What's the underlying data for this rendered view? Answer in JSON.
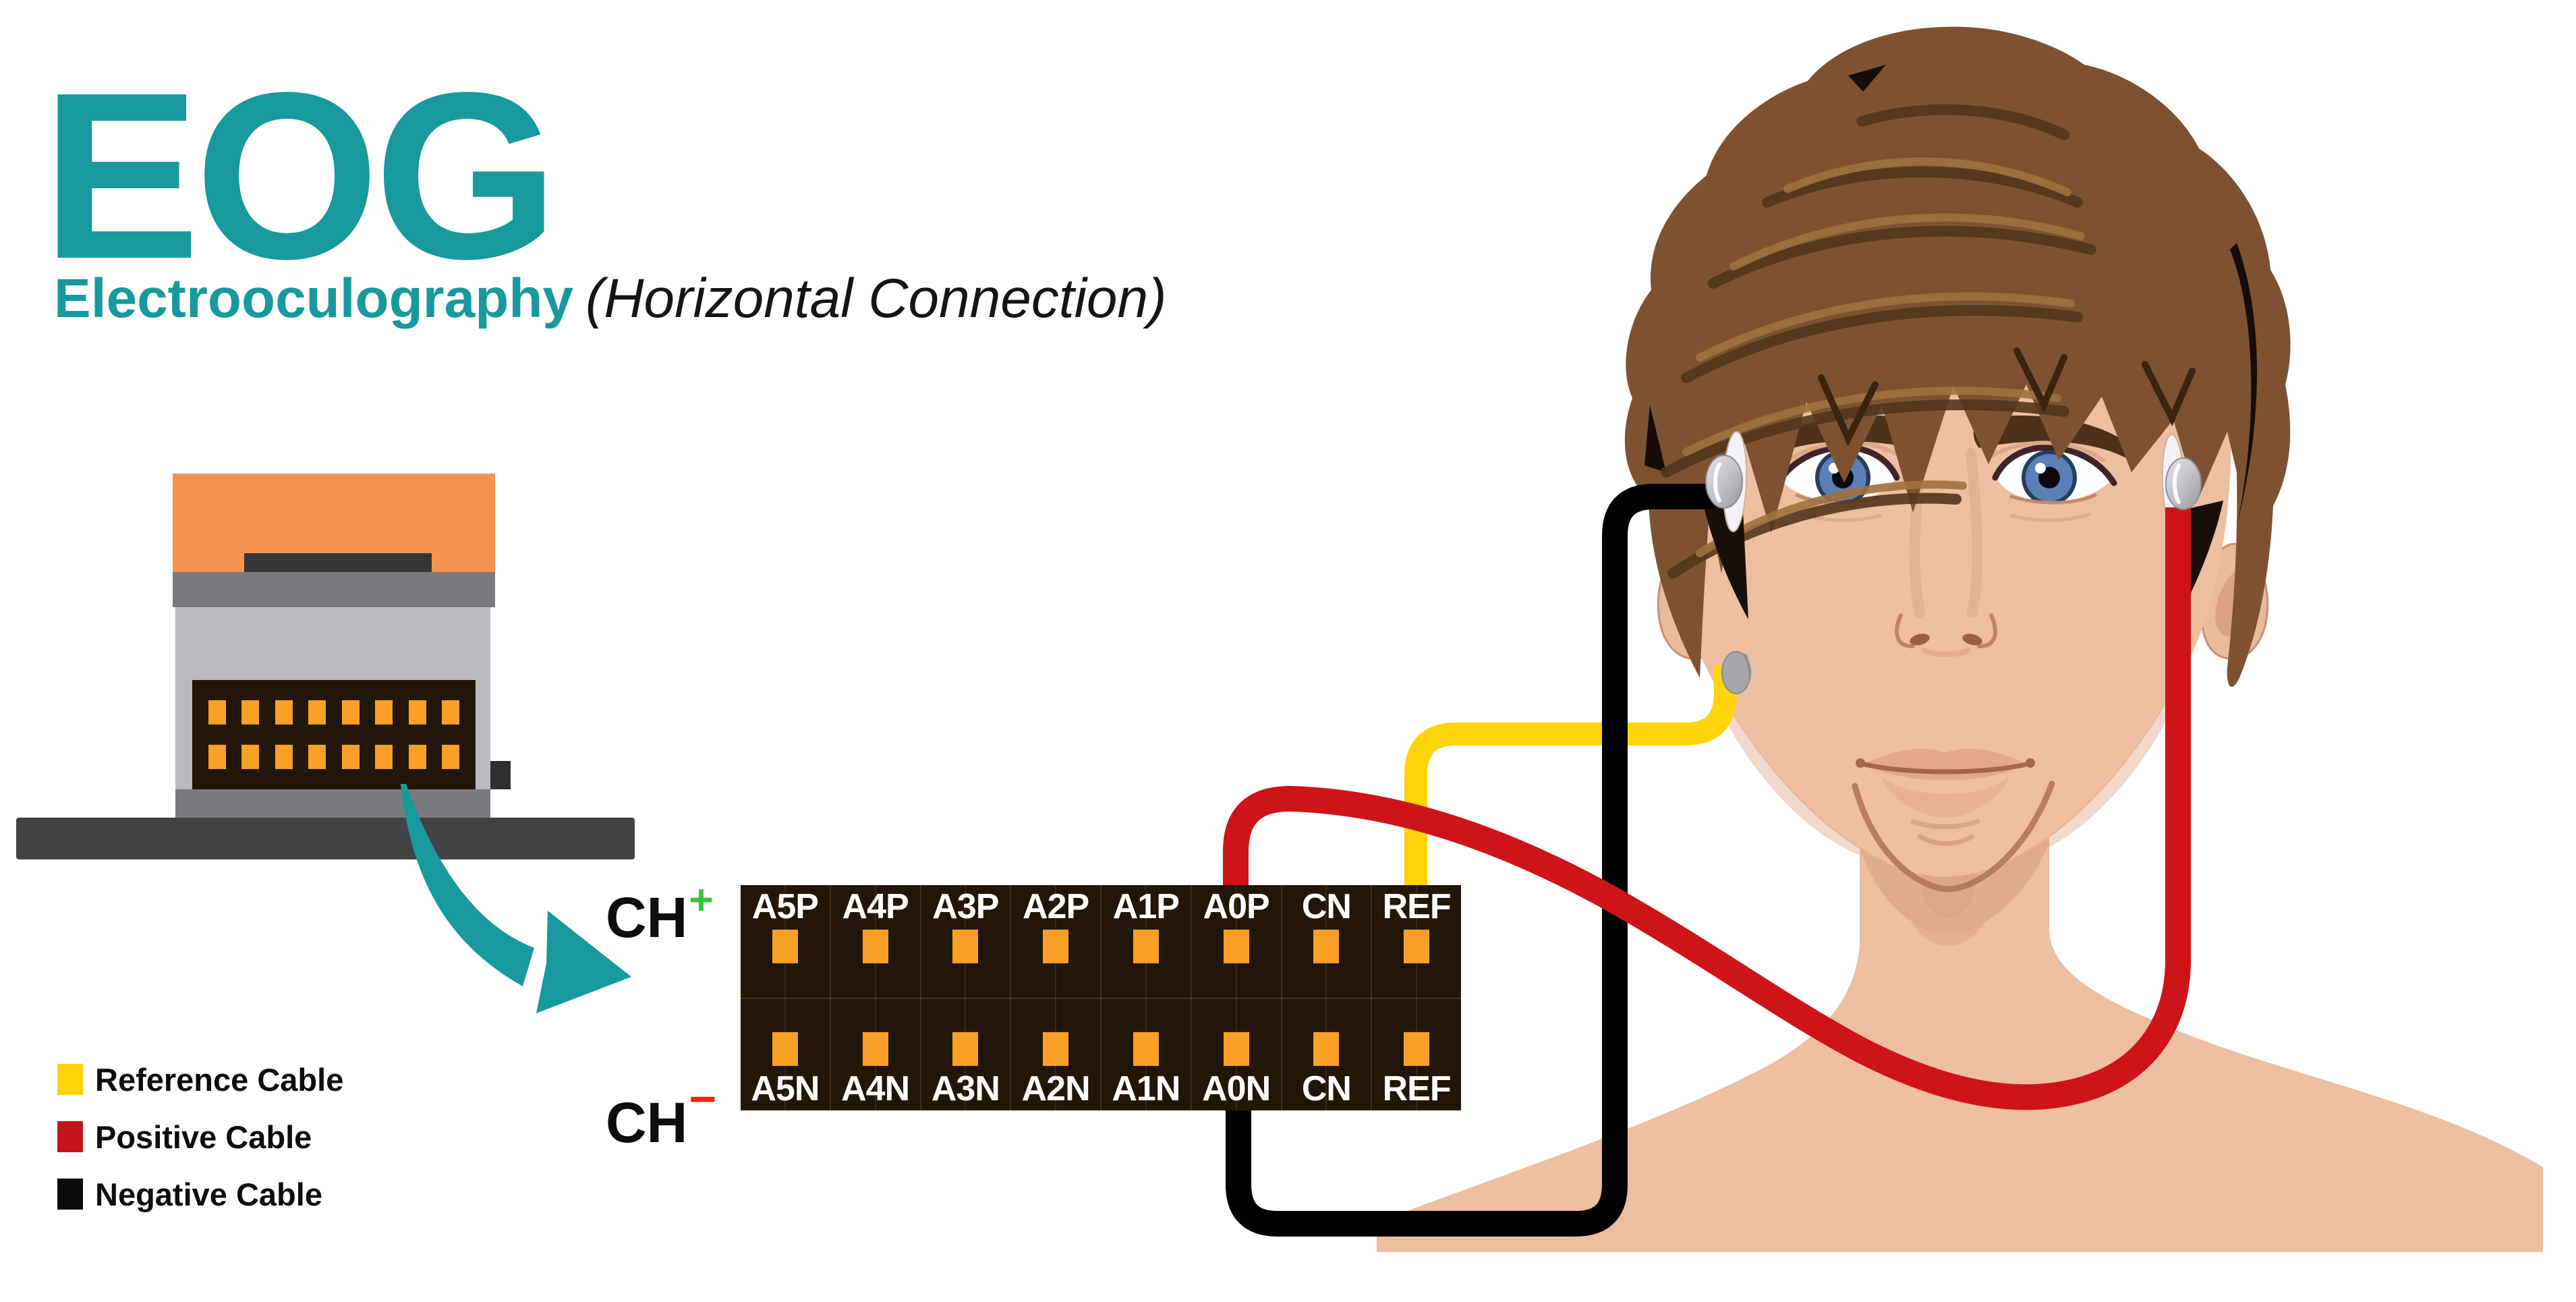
{
  "title": {
    "acronym": "EOG",
    "name": "Electrooculography",
    "mode": "(Horizontal Connection)"
  },
  "channels": {
    "positive": {
      "label": "CH",
      "sign": "+"
    },
    "negative": {
      "label": "CH",
      "sign": "−"
    }
  },
  "connector": {
    "top_labels": [
      "A5P",
      "A4P",
      "A3P",
      "A2P",
      "A1P",
      "A0P",
      "CN",
      "REF"
    ],
    "bottom_labels": [
      "A5N",
      "A4N",
      "A3N",
      "A2N",
      "A1N",
      "A0N",
      "CN",
      "REF"
    ]
  },
  "legend": {
    "items": [
      {
        "label": "Reference Cable",
        "color": "#FFD40A"
      },
      {
        "label": "Positive Cable",
        "color": "#C3161B"
      },
      {
        "label": "Negative Cable",
        "color": "#0B0B0B"
      }
    ]
  },
  "icons": {
    "device": "eeg-amplifier-device-icon",
    "arrow": "curved-arrow-icon",
    "electrode": "electrode-dome-icon"
  },
  "colors": {
    "accent_teal": "#17999E",
    "plus_green": "#33C63F",
    "minus_red": "#F2250F",
    "cable_yellow": "#FFD40A",
    "cable_red": "#CE1418",
    "cable_black": "#010101",
    "pin_orange": "#F8A126",
    "connector_background": "#221608",
    "device_orange": "#F79350",
    "skin": "#EDBE9F",
    "hair_brown": "#7E5230"
  }
}
